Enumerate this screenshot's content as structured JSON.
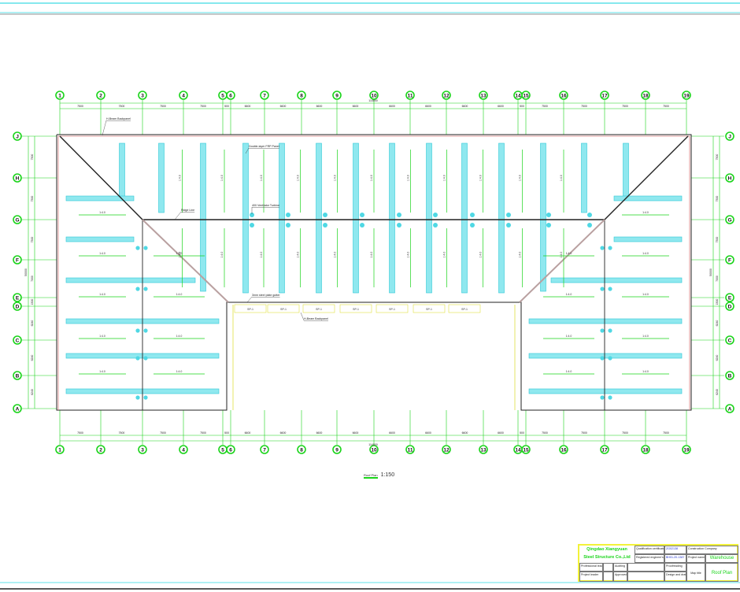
{
  "drawing": {
    "columns": [
      "1",
      "2",
      "3",
      "4",
      "5",
      "6",
      "7",
      "8",
      "9",
      "10",
      "11",
      "12",
      "13",
      "14",
      "15",
      "16",
      "17",
      "18",
      "19"
    ],
    "column_spacings": [
      "7500",
      "7500",
      "7500",
      "7500",
      "500",
      "6600",
      "6600",
      "6600",
      "6600",
      "6600",
      "6600",
      "6600",
      "6600",
      "500",
      "7500",
      "7500",
      "7500",
      "7500"
    ],
    "total_length": "114000",
    "rows": [
      "J",
      "H",
      "G",
      "F",
      "E",
      "D",
      "C",
      "B",
      "A"
    ],
    "row_spacings": [
      "7500",
      "7500",
      "7500",
      "7000",
      "1500",
      "6240",
      "6240",
      "6240"
    ],
    "total_width": "50000",
    "slope_label": "1:4.0",
    "annotations": {
      "eave_purlin": "H-Beam Backpanel",
      "lighting_panel": "Double-layer FRP Panel",
      "ridge_line": "Ridge Line",
      "ventilator": "400 Ventilator Turbine",
      "gutter": "3mm steel plate gutter",
      "gutter_beam": "H-Beam Backpanel",
      "brace": "SP-1"
    },
    "colors": {
      "grid": "#19d419",
      "skylight": "#8fe8ef",
      "skylight_border": "#2fc8d6",
      "frame": "#222222",
      "gutter": "#e0e040",
      "edge": "#d88080"
    }
  },
  "scale": {
    "title": "Roof Plan",
    "ratio": "1:150"
  },
  "title_block": {
    "company_line1": "Qingdao Xiangyuan",
    "company_line2": "Steel Structure Co.,Ltd",
    "qualification_label": "Qualification certificate No.",
    "qualification_value": "ZG02138",
    "license_label": "Registered engineer's license No.",
    "license_value": "BH01-20-1387",
    "professional_leader": "Professional leader",
    "auditing": "Auditing",
    "proofreading": "Proofreading",
    "project_leader": "Project leader",
    "approved": "Approved",
    "design_draft": "Design and draft",
    "construction_company": "Construction Company",
    "project_name_label": "Project name",
    "project_name": "Warehouse",
    "map_title_label": "Map title",
    "map_title": "Roof Plan"
  }
}
